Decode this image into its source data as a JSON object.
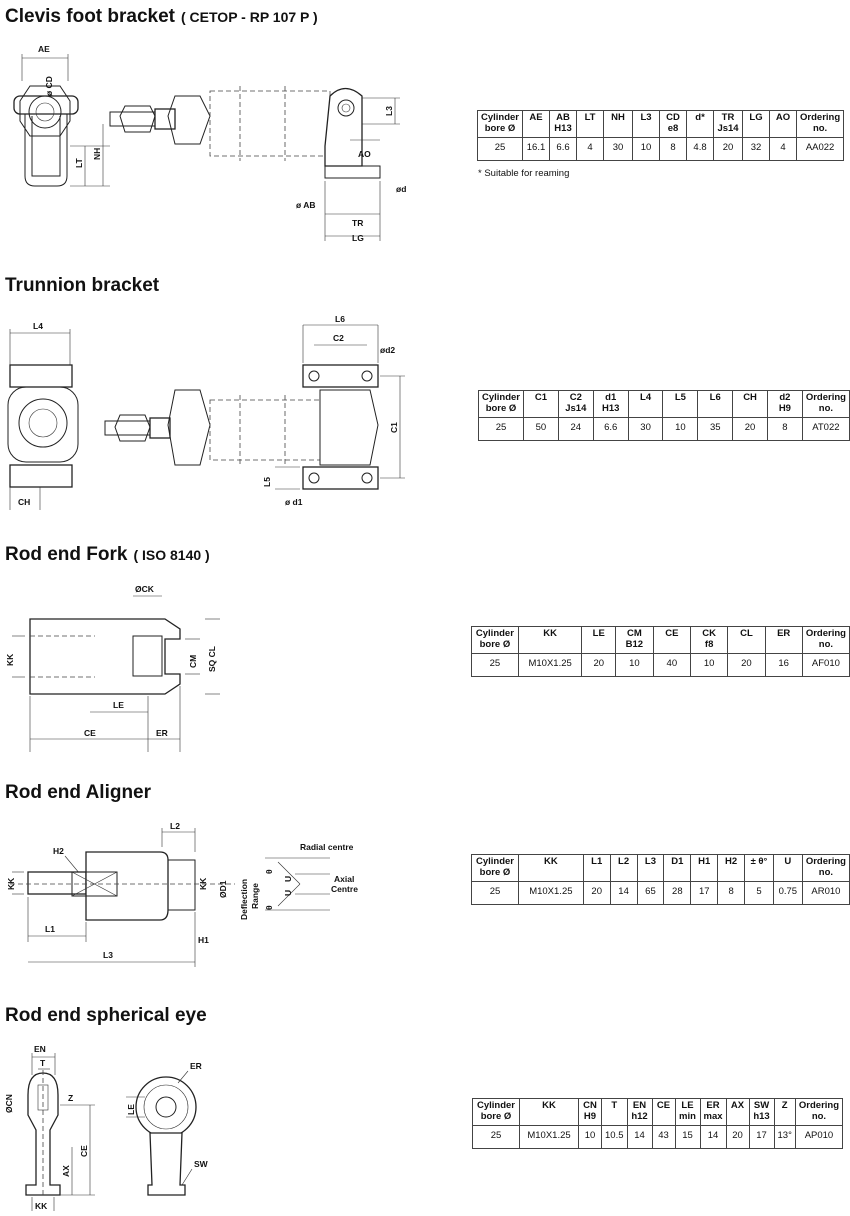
{
  "sections": [
    {
      "id": "clevis",
      "title": "Clevis foot bracket",
      "subtitle": "( CETOP - RP 107 P )",
      "dim_labels": [
        "AE",
        "ø CD",
        "LT",
        "NH",
        "L3",
        "AO",
        "ø AB",
        "ød",
        "TR",
        "LG"
      ],
      "table": {
        "headers": [
          [
            "Cylinder",
            "bore Ø"
          ],
          [
            "AE"
          ],
          [
            "AB",
            "H13"
          ],
          [
            "LT"
          ],
          [
            "NH"
          ],
          [
            "L3"
          ],
          [
            "CD",
            "e8"
          ],
          [
            "d*"
          ],
          [
            "TR",
            "Js14"
          ],
          [
            "LG"
          ],
          [
            "AO"
          ],
          [
            "Ordering",
            "no."
          ]
        ],
        "rows": [
          [
            "25",
            "16.1",
            "6.6",
            "4",
            "30",
            "10",
            "8",
            "4.8",
            "20",
            "32",
            "4",
            "AA022"
          ]
        ]
      },
      "note": "* Suitable for reaming"
    },
    {
      "id": "trunnion",
      "title": "Trunnion bracket",
      "subtitle": "",
      "dim_labels": [
        "L4",
        "CH",
        "L6",
        "C2",
        "ød2",
        "C1",
        "L5",
        "ø d1"
      ],
      "table": {
        "headers": [
          [
            "Cylinder",
            "bore Ø"
          ],
          [
            "C1"
          ],
          [
            "C2",
            "Js14"
          ],
          [
            "d1",
            "H13"
          ],
          [
            "L4"
          ],
          [
            "L5"
          ],
          [
            "L6"
          ],
          [
            "CH"
          ],
          [
            "d2",
            "H9"
          ],
          [
            "Ordering",
            "no."
          ]
        ],
        "rows": [
          [
            "25",
            "50",
            "24",
            "6.6",
            "30",
            "10",
            "35",
            "20",
            "8",
            "AT022"
          ]
        ]
      }
    },
    {
      "id": "fork",
      "title": "Rod end Fork",
      "subtitle": "( ISO 8140 )",
      "dim_labels": [
        "ØCK",
        "KK",
        "CM",
        "SQ CL",
        "LE",
        "CE",
        "ER"
      ],
      "table": {
        "headers": [
          [
            "Cylinder",
            "bore Ø"
          ],
          [
            "KK"
          ],
          [
            "LE"
          ],
          [
            "CM",
            "B12"
          ],
          [
            "CE"
          ],
          [
            "CK",
            "f8"
          ],
          [
            "CL"
          ],
          [
            "ER"
          ],
          [
            "Ordering",
            "no."
          ]
        ],
        "rows": [
          [
            "25",
            "M10X1.25",
            "20",
            "10",
            "40",
            "10",
            "20",
            "16",
            "AF010"
          ]
        ]
      }
    },
    {
      "id": "aligner",
      "title": "Rod end Aligner",
      "subtitle": "",
      "dim_labels": [
        "L2",
        "H2",
        "KK",
        "KK",
        "ØD1",
        "L1",
        "L3",
        "H1",
        "Deflection",
        "Range",
        "Radial centre",
        "Axial",
        "Centre",
        "U",
        "U",
        "θ",
        "θ"
      ],
      "table": {
        "headers": [
          [
            "Cylinder",
            "bore Ø"
          ],
          [
            "KK"
          ],
          [
            "L1"
          ],
          [
            "L2"
          ],
          [
            "L3"
          ],
          [
            "D1"
          ],
          [
            "H1"
          ],
          [
            "H2"
          ],
          [
            "± θ°"
          ],
          [
            "U"
          ],
          [
            "Ordering",
            "no."
          ]
        ],
        "rows": [
          [
            "25",
            "M10X1.25",
            "20",
            "14",
            "65",
            "28",
            "17",
            "8",
            "5",
            "0.75",
            "AR010"
          ]
        ]
      }
    },
    {
      "id": "spherical",
      "title": "Rod end spherical eye",
      "subtitle": "",
      "dim_labels": [
        "EN",
        "T",
        "ØCN",
        "Z",
        "CE",
        "AX",
        "KK",
        "ER",
        "LE",
        "SW"
      ],
      "table": {
        "headers": [
          [
            "Cylinder",
            "bore Ø"
          ],
          [
            "KK"
          ],
          [
            "CN",
            "H9"
          ],
          [
            "T"
          ],
          [
            "EN",
            "h12"
          ],
          [
            "CE"
          ],
          [
            "LE",
            "min"
          ],
          [
            "ER",
            "max"
          ],
          [
            "AX"
          ],
          [
            "SW",
            "h13"
          ],
          [
            "Z"
          ],
          [
            "Ordering",
            "no."
          ]
        ],
        "rows": [
          [
            "25",
            "M10X1.25",
            "10",
            "10.5",
            "14",
            "43",
            "15",
            "14",
            "20",
            "17",
            "13°",
            "AP010"
          ]
        ]
      }
    }
  ]
}
